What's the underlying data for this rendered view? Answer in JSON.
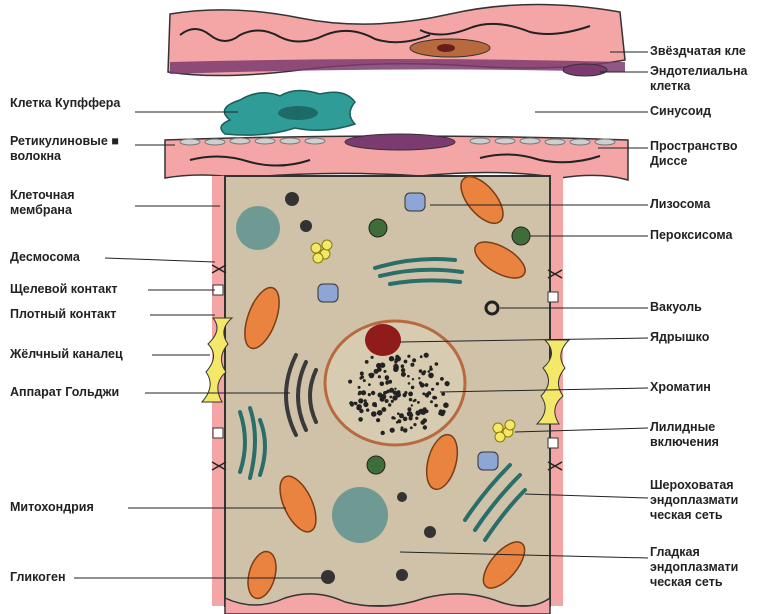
{
  "labels_left": {
    "kupffer": "Клетка Купффера",
    "reticulin": "Ретикулиновые ■\nволокна",
    "membrane": "Клеточная\nмембрана",
    "desmosome": "Десмосома",
    "gap": "Щелевой контакт",
    "tight": "Плотный контакт",
    "bile": "Жёлчный каналец",
    "golgi": "Аппарат Гольджи",
    "mito": "Митохондрия",
    "glycogen": "Гликоген"
  },
  "labels_right": {
    "stellate": "Звёздчатая кле",
    "endothelial": "Эндотелиальна\nклетка",
    "sinusoid": "Синусоид",
    "disse": "Пространство\nДиссе",
    "lysosome": "Лизосома",
    "peroxisome": "Пероксисома",
    "vacuole": "Вакуоль",
    "nucleolus": "Ядрышко",
    "chromatin": "Хроматин",
    "lipid": "Лилидные\nвключения",
    "rough_er": "Шероховатая\nэндоплазмати\nческая сеть",
    "smooth_er": "Гладкая\nэндоплазмати\nческая сеть"
  },
  "colors": {
    "tissue_pink": "#f4a6a6",
    "cytoplasm": "#cfc2a9",
    "kupffer": "#2f9c97",
    "mitochondria": "#e9833f",
    "er": "#2a6e6a",
    "bile": "#f4e86a",
    "nucleolus": "#8f1b1b",
    "endothelial": "#7b3b70"
  }
}
